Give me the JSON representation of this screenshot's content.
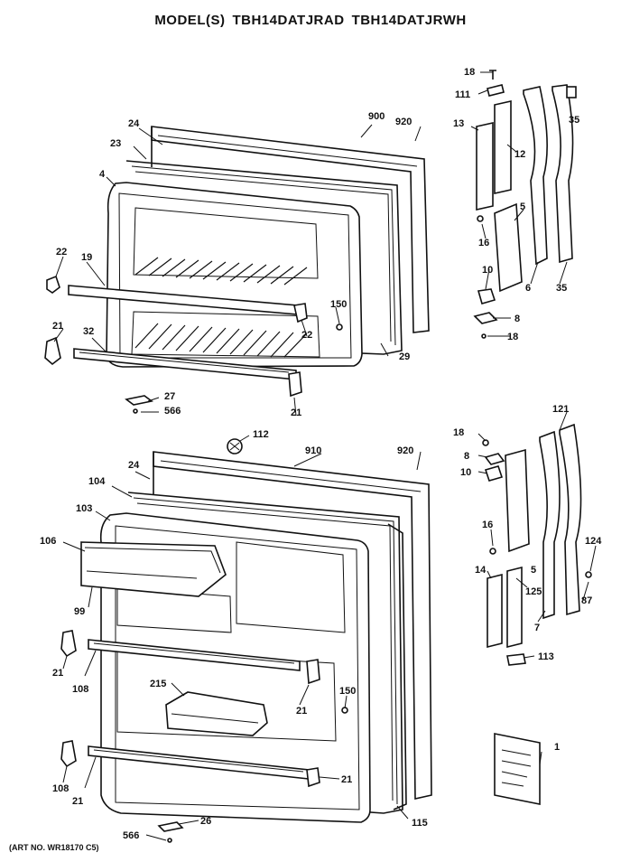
{
  "title": {
    "prefix": "MODEL(S)",
    "model_1": "TBH14DATJRAD",
    "model_2": "TBH14DATJRWH"
  },
  "art_no": "(ART NO. WR18170 C5)",
  "callouts": [
    {
      "id": "c-18a",
      "text": "18"
    },
    {
      "id": "c-111",
      "text": "111"
    },
    {
      "id": "c-13",
      "text": "13"
    },
    {
      "id": "c-12",
      "text": "12"
    },
    {
      "id": "c-35a",
      "text": "35"
    },
    {
      "id": "c-900",
      "text": "900"
    },
    {
      "id": "c-920a",
      "text": "920"
    },
    {
      "id": "c-24a",
      "text": "24"
    },
    {
      "id": "c-23",
      "text": "23"
    },
    {
      "id": "c-4",
      "text": "4"
    },
    {
      "id": "c-5a",
      "text": "5"
    },
    {
      "id": "c-16a",
      "text": "16"
    },
    {
      "id": "c-22a",
      "text": "22"
    },
    {
      "id": "c-19",
      "text": "19"
    },
    {
      "id": "c-10a",
      "text": "10"
    },
    {
      "id": "c-6",
      "text": "6"
    },
    {
      "id": "c-35b",
      "text": "35"
    },
    {
      "id": "c-150a",
      "text": "150"
    },
    {
      "id": "c-22b",
      "text": "22"
    },
    {
      "id": "c-8a",
      "text": "8"
    },
    {
      "id": "c-18b",
      "text": "18"
    },
    {
      "id": "c-21a",
      "text": "21"
    },
    {
      "id": "c-32",
      "text": "32"
    },
    {
      "id": "c-29",
      "text": "29"
    },
    {
      "id": "c-27",
      "text": "27"
    },
    {
      "id": "c-566a",
      "text": "566"
    },
    {
      "id": "c-21b",
      "text": "21"
    },
    {
      "id": "c-112",
      "text": "112"
    },
    {
      "id": "c-910",
      "text": "910"
    },
    {
      "id": "c-920b",
      "text": "920"
    },
    {
      "id": "c-121",
      "text": "121"
    },
    {
      "id": "c-18c",
      "text": "18"
    },
    {
      "id": "c-8b",
      "text": "8"
    },
    {
      "id": "c-10b",
      "text": "10"
    },
    {
      "id": "c-24b",
      "text": "24"
    },
    {
      "id": "c-104",
      "text": "104"
    },
    {
      "id": "c-103",
      "text": "103"
    },
    {
      "id": "c-106",
      "text": "106"
    },
    {
      "id": "c-16b",
      "text": "16"
    },
    {
      "id": "c-124",
      "text": "124"
    },
    {
      "id": "c-14",
      "text": "14"
    },
    {
      "id": "c-5b",
      "text": "5"
    },
    {
      "id": "c-125",
      "text": "125"
    },
    {
      "id": "c-87",
      "text": "87"
    },
    {
      "id": "c-99",
      "text": "99"
    },
    {
      "id": "c-7",
      "text": "7"
    },
    {
      "id": "c-113",
      "text": "113"
    },
    {
      "id": "c-21c",
      "text": "21"
    },
    {
      "id": "c-108a",
      "text": "108"
    },
    {
      "id": "c-215",
      "text": "215"
    },
    {
      "id": "c-150b",
      "text": "150"
    },
    {
      "id": "c-21d",
      "text": "21"
    },
    {
      "id": "c-1",
      "text": "1"
    },
    {
      "id": "c-21e",
      "text": "21"
    },
    {
      "id": "c-108b",
      "text": "108"
    },
    {
      "id": "c-21f",
      "text": "21"
    },
    {
      "id": "c-566b",
      "text": "566"
    },
    {
      "id": "c-26",
      "text": "26"
    },
    {
      "id": "c-115",
      "text": "115"
    }
  ]
}
